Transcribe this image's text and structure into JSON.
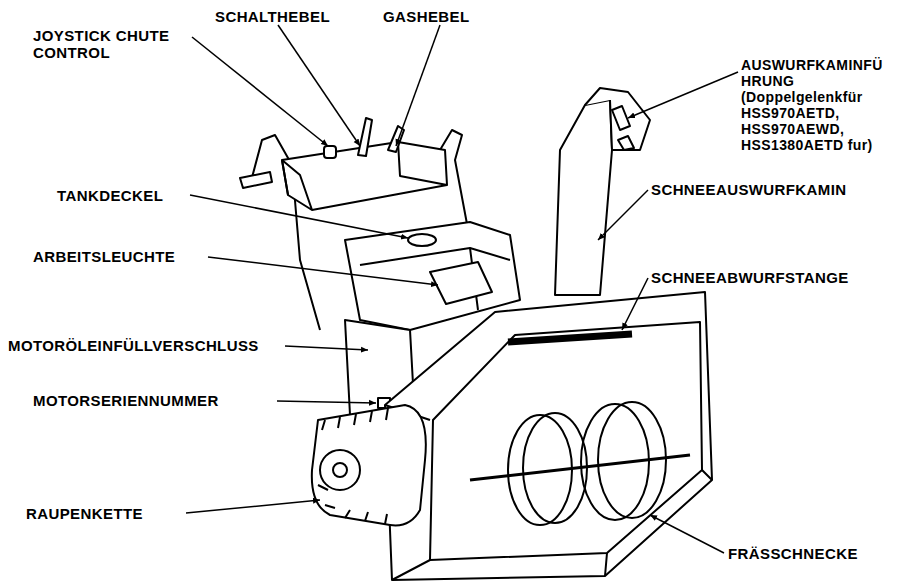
{
  "diagram": {
    "labels": [
      "SCHALTHEBEL",
      "GASHEBEL",
      "JOYSTICK CHUTE CONTROL",
      "AUSWURFKAMINFÜ HRUNG (Doppelgelenkfür HSS970AETD, HSS970AEWD, HSS1380AETD fur)",
      "SCHNEEAUSWURFKAMIN",
      "TANKDECKEL",
      "ARBEITSLEUCHTE",
      "SCHNEEABWURFSTANGE",
      "MOTORÖLEINFÜLLVERSCHLUSS",
      "MOTORSERIENNUMMER",
      "RAUPENKETTE",
      "FRÄSSCHNECKE"
    ]
  }
}
